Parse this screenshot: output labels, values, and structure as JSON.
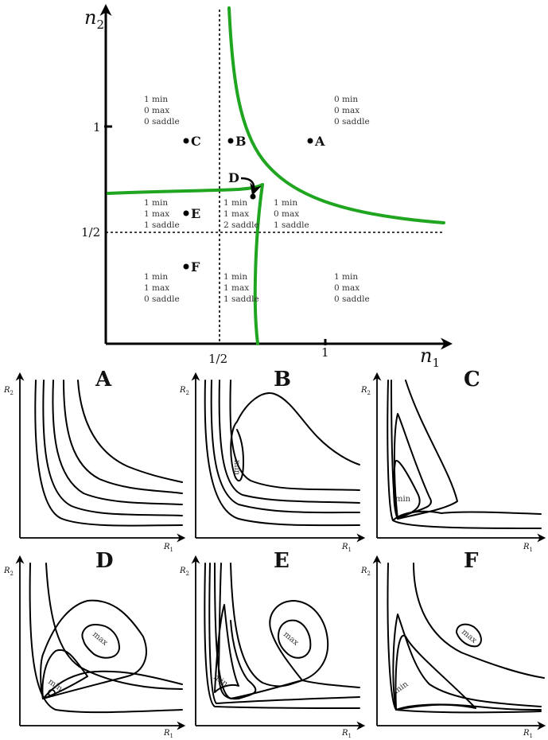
{
  "axes": {
    "x_label": "n",
    "x_sub": "1",
    "y_label": "n",
    "y_sub": "2",
    "x_ticks": [
      "1/2",
      "1"
    ],
    "y_ticks": [
      "1",
      "1/2"
    ]
  },
  "regions": [
    {
      "id": "top-left",
      "lines": [
        "1 min",
        "0 max",
        "0 saddle"
      ]
    },
    {
      "id": "top-right",
      "lines": [
        "0 min",
        "0 max",
        "0 saddle"
      ]
    },
    {
      "id": "mid-left",
      "lines": [
        "1 min",
        "1 max",
        "1 saddle"
      ]
    },
    {
      "id": "mid-center",
      "lines": [
        "1 min",
        "1 max",
        "2 saddle"
      ]
    },
    {
      "id": "mid-right",
      "lines": [
        "1 min",
        "0 max",
        "1 saddle"
      ]
    },
    {
      "id": "bottom-left",
      "lines": [
        "1 min",
        "1 max",
        "0 saddle"
      ]
    },
    {
      "id": "bottom-center",
      "lines": [
        "1 min",
        "1 max",
        "1 saddle"
      ]
    },
    {
      "id": "bottom-right",
      "lines": [
        "1 min",
        "0 max",
        "0 saddle"
      ]
    }
  ],
  "points": [
    "A",
    "B",
    "C",
    "D",
    "E",
    "F"
  ],
  "panels": [
    {
      "title": "A",
      "xlabel": "R",
      "xsub": "1",
      "ylabel": "R",
      "ysub": "2",
      "labels": []
    },
    {
      "title": "B",
      "xlabel": "R",
      "xsub": "1",
      "ylabel": "R",
      "ysub": "2",
      "labels": [
        "min"
      ]
    },
    {
      "title": "C",
      "xlabel": "R",
      "xsub": "1",
      "ylabel": "R",
      "ysub": "2",
      "labels": [
        "min"
      ]
    },
    {
      "title": "D",
      "xlabel": "R",
      "xsub": "1",
      "ylabel": "R",
      "ysub": "2",
      "labels": [
        "max",
        "min"
      ]
    },
    {
      "title": "E",
      "xlabel": "R",
      "xsub": "1",
      "ylabel": "R",
      "ysub": "2",
      "labels": [
        "max",
        "min"
      ]
    },
    {
      "title": "F",
      "xlabel": "R",
      "xsub": "1",
      "ylabel": "R",
      "ysub": "2",
      "labels": [
        "max",
        "min"
      ]
    }
  ],
  "colors": {
    "boundary_curve": "#1fa51f",
    "ink": "#000000",
    "region_text": "#333333"
  }
}
